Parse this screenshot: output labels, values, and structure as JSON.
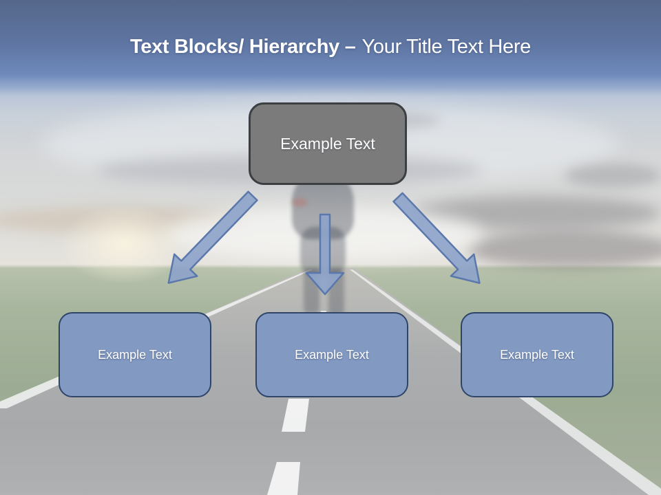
{
  "slide_title": {
    "bold": "Text Blocks/ Hierarchy –",
    "regular": "Your Title Text Here"
  },
  "root_block": {
    "label": "Example Text"
  },
  "child_blocks": [
    {
      "label": "Example Text"
    },
    {
      "label": "Example Text"
    },
    {
      "label": "Example Text"
    }
  ],
  "icons": {
    "arrow_left": "arrow-down-left-icon",
    "arrow_center": "arrow-down-icon",
    "arrow_right": "arrow-down-right-icon"
  },
  "colors": {
    "title_text": "#ffffff",
    "band_blue_top": "#55678a",
    "band_blue_bottom": "#6e89bb",
    "root_fill": "#7b7b7b",
    "root_border": "#3c3f42",
    "child_fill": "#8299c2",
    "child_border": "#2e4568",
    "arrow_fill": "#8ea4ca",
    "arrow_stroke": "#5a78ab"
  }
}
